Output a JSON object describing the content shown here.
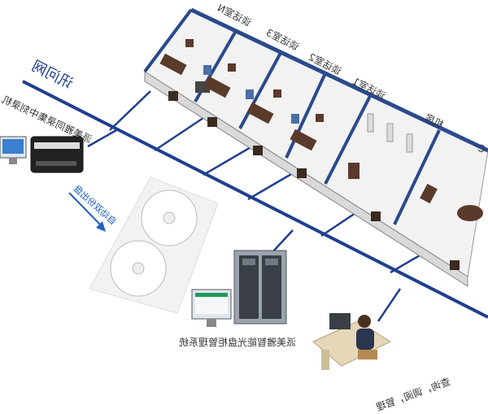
{
  "network": {
    "label": "讯问网"
  },
  "rooms": [
    {
      "label": "谈话室N"
    },
    {
      "label": "谈话室3"
    },
    {
      "label": "谈话室2"
    },
    {
      "label": "谈话室1"
    },
    {
      "label": "机房"
    },
    {
      "label": "C"
    }
  ],
  "recorder": {
    "label": "派美雅同录集中刻录机"
  },
  "disc_output": {
    "label": "自动双份出盘"
  },
  "cabinet": {
    "label": "派美雅智能光盘柜管理系统"
  },
  "operator": {
    "label": "查询，调阅，管理"
  },
  "colors": {
    "network_line": "#1f3f8f",
    "wall": "#2a4a8c",
    "floor": "#f2f2f2"
  }
}
